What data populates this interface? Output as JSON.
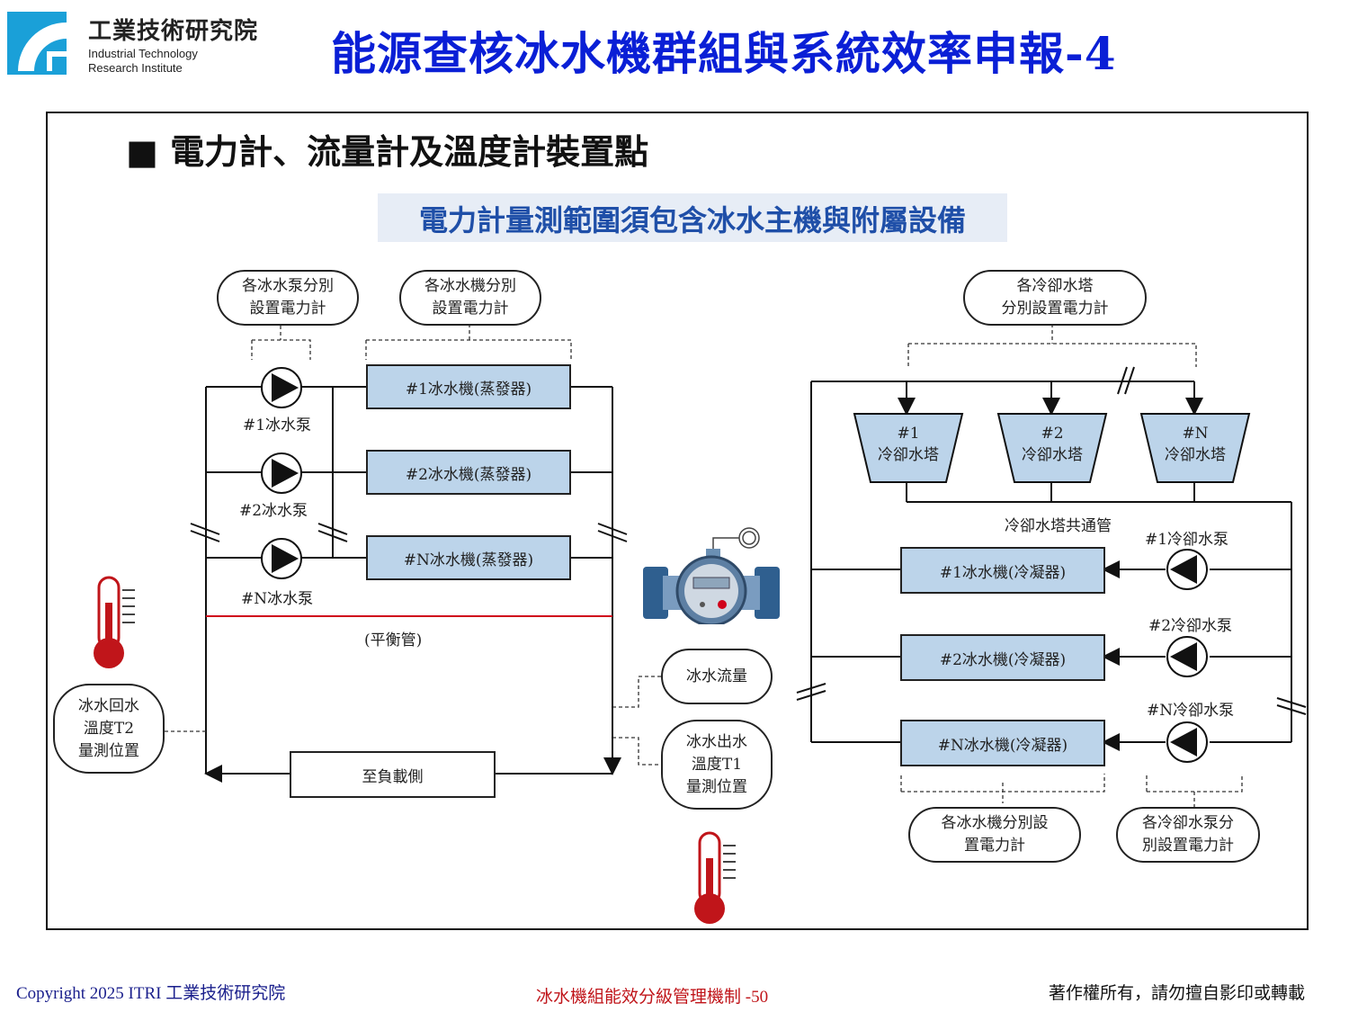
{
  "header": {
    "org_name_zh": "工業技術研究院",
    "org_name_en_line1": "Industrial Technology",
    "org_name_en_line2": "Research Institute",
    "slide_title": "能源查核冰水機群組與系統效率申報-4",
    "logo_icon": "itri-logo-icon",
    "brand_color": "#0a1fd6"
  },
  "content": {
    "section_heading": "■ 電力計、流量計及溫度計裝置點",
    "banner": "電力計量測範圍須包含冰水主機與附屬設備"
  },
  "diagram": {
    "callouts": {
      "chw_pump_meter": [
        "各冰水泵分別",
        "設置電力計"
      ],
      "chiller_meter_top": [
        "各冰水機分別",
        "設置電力計"
      ],
      "tower_meter": [
        "各冷卻水塔",
        "分別設置電力計"
      ],
      "chiller_meter_bottom": [
        "各冰水機分別設",
        "置電力計"
      ],
      "cw_pump_meter": [
        "各冷卻水泵分",
        "別設置電力計"
      ],
      "return_temp": [
        "冰水回水",
        "溫度T2",
        "量測位置"
      ],
      "flow": "冰水流量",
      "supply_temp": [
        "冰水出水",
        "溫度T1",
        "量測位置"
      ]
    },
    "chw_pumps": [
      "#1冰水泵",
      "#2冰水泵",
      "#N冰水泵"
    ],
    "evaporators": [
      "#1冰水機(蒸發器)",
      "#2冰水機(蒸發器)",
      "#N冰水機(蒸發器)"
    ],
    "balance_pipe": "(平衡管)",
    "load_side": "至負載側",
    "towers": [
      [
        "#1",
        "冷卻水塔"
      ],
      [
        "#2",
        "冷卻水塔"
      ],
      [
        "#N",
        "冷卻水塔"
      ]
    ],
    "tower_common_pipe": "冷卻水塔共通管",
    "cw_pumps": [
      "#1冷卻水泵",
      "#2冷卻水泵",
      "#N冷卻水泵"
    ],
    "condensers": [
      "#1冰水機(冷凝器)",
      "#2冰水機(冷凝器)",
      "#N冰水機(冷凝器)"
    ],
    "icons": [
      "thermometer-icon",
      "flow-meter-icon",
      "pump-icon"
    ],
    "colors": {
      "equipment_fill": "#bcd4ea",
      "balance_pipe": "#d0021b",
      "thermometer": "#c0151a",
      "flow_meter": "#2f5f8f"
    }
  },
  "footer": {
    "copyright": "Copyright 2025 ITRI 工業技術研究院",
    "center": "冰水機組能效分級管理機制 -50",
    "right": "著作權所有，請勿擅自影印或轉載"
  }
}
